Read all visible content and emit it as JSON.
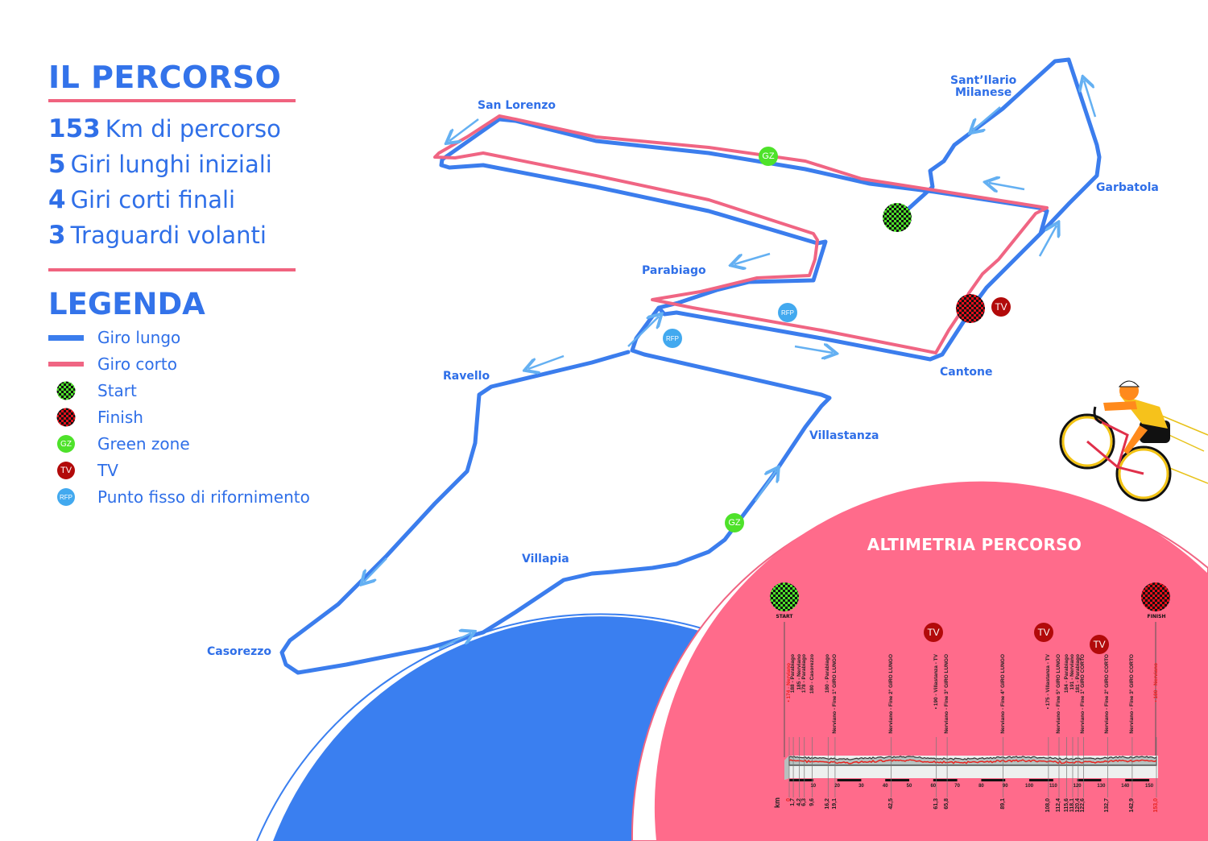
{
  "header": {
    "title": "IL PERCORSO",
    "stats": [
      {
        "number": "153",
        "label": "Km di percorso"
      },
      {
        "number": "5",
        "label": "Giri lunghi iniziali"
      },
      {
        "number": "4",
        "label": "Giri corti finali"
      },
      {
        "number": "3",
        "label": "Traguardi volanti"
      }
    ]
  },
  "legend": {
    "title": "LEGENDA",
    "items": [
      {
        "icon": "blue-line",
        "label": "Giro lungo"
      },
      {
        "icon": "pink-line",
        "label": "Giro corto"
      },
      {
        "icon": "start-checkered-icon",
        "label": "Start"
      },
      {
        "icon": "finish-checkered-icon",
        "label": "Finish"
      },
      {
        "icon": "green-zone-icon",
        "label": "Green zone",
        "badge": "GZ"
      },
      {
        "icon": "tv-icon",
        "label": "TV",
        "badge": "TV"
      },
      {
        "icon": "rfp-icon",
        "label": "Punto fisso di rifornimento",
        "badge": "RFP"
      }
    ]
  },
  "colors": {
    "long_lap": "#3b7ded",
    "short_lap": "#f06583",
    "arrow": "#64b0f2",
    "start_green": "#4ee22a",
    "finish_red": "#e3101b",
    "gz": "#4ee22a",
    "tv": "#b20a0a",
    "rfp": "#42a9ef",
    "profile_bg": "#ff6b8b",
    "blue_circle": "#3a7ff0"
  },
  "map": {
    "places": {
      "san_lorenzo": "San Lorenzo",
      "santillario": [
        "Sant’Ilario",
        "Milanese"
      ],
      "garbatola": "Garbatola",
      "parabiago": "Parabiago",
      "ravello": "Ravello",
      "cantone": "Cantone",
      "villastanza": "Villastanza",
      "villapia": "Villapia",
      "casorezzo": "Casorezzo"
    },
    "badges": {
      "gz": "GZ",
      "tv": "TV",
      "rfp": "RFP"
    }
  },
  "altimetry": {
    "title": "ALTIMETRIA PERCORSO",
    "start_label": "START",
    "finish_label": "FINISH",
    "tv_label": "TV",
    "km_unit": "km",
    "axis_ticks": [
      "10",
      "20",
      "30",
      "40",
      "50",
      "60",
      "70",
      "80",
      "90",
      "100",
      "110",
      "120",
      "130",
      "140",
      "150"
    ],
    "points": [
      {
        "km": "0",
        "label": "• 174 - Nerviano",
        "red": true
      },
      {
        "km": "1,7",
        "label": "188 - Parabiago"
      },
      {
        "km": "4,2",
        "label": "185 - Nerviano"
      },
      {
        "km": "6,3",
        "label": "178 - Parabiago"
      },
      {
        "km": "9,6",
        "label": "180 - Casorezzo"
      },
      {
        "km": "16,2",
        "label": "180 - Parabiago"
      },
      {
        "km": "19,1",
        "label": "Nerviano - Fine 1° GIRO LUNGO"
      },
      {
        "km": "42,5",
        "label": "Nerviano - Fine 2° GIRO LUNGO"
      },
      {
        "km": "61,3",
        "label": "• 190 - Villastanza - TV"
      },
      {
        "km": "65,8",
        "label": "Nerviano - Fine 3° GIRO LUNGO"
      },
      {
        "km": "89,1",
        "label": "Nerviano - Fine 4° GIRO LUNGO"
      },
      {
        "km": "108,0",
        "label": "• 175 - Villastanza - TV"
      },
      {
        "km": "112,4",
        "label": "Nerviano - Fine 5° GIRO LUNGO"
      },
      {
        "km": "115,6",
        "label": "184 - Parabiago"
      },
      {
        "km": "118,1",
        "label": "191 - Nerviano"
      },
      {
        "km": "120,4",
        "label": "181 - Parabiago"
      },
      {
        "km": "122,6",
        "label": "Nerviano - Fine 1° GIRO CORTO"
      },
      {
        "km": "132,7",
        "label": "Nerviano - Fine 2° GIRO CORTO"
      },
      {
        "km": "142,9",
        "label": "Nerviano - Fine 3° GIRO CORTO"
      },
      {
        "km": "153,0",
        "label": "• 180 - Nerviano",
        "red": true
      }
    ]
  }
}
